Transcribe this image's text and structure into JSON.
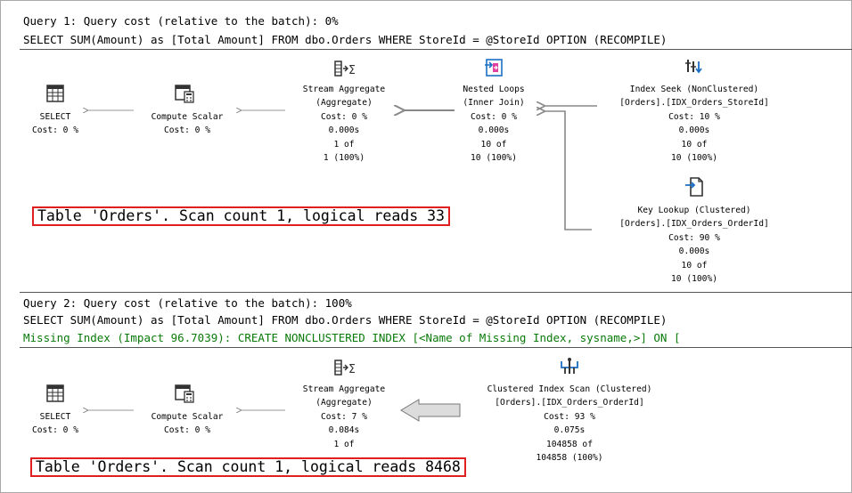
{
  "query1": {
    "header": "Query 1: Query cost (relative to the batch): 0%",
    "sql": "SELECT SUM(Amount) as [Total Amount] FROM dbo.Orders WHERE StoreId = @StoreId OPTION (RECOMPILE)",
    "operators": {
      "select": {
        "icon": "select-table-icon",
        "lines": [
          "SELECT",
          "Cost: 0 %"
        ]
      },
      "compute_scalar": {
        "icon": "compute-scalar-icon",
        "lines": [
          "Compute Scalar",
          "Cost: 0 %"
        ]
      },
      "stream_aggregate": {
        "icon": "stream-aggregate-icon",
        "lines": [
          "Stream Aggregate",
          "(Aggregate)",
          "Cost: 0 %",
          "0.000s",
          "1 of",
          "1 (100%)"
        ]
      },
      "nested_loops": {
        "icon": "nested-loops-icon",
        "lines": [
          "Nested Loops",
          "(Inner Join)",
          "Cost: 0 %",
          "0.000s",
          "10 of",
          "10 (100%)"
        ]
      },
      "index_seek": {
        "icon": "index-seek-icon",
        "lines": [
          "Index Seek (NonClustered)",
          "[Orders].[IDX_Orders_StoreId]",
          "Cost: 10 %",
          "0.000s",
          "10 of",
          "10 (100%)"
        ]
      },
      "key_lookup": {
        "icon": "key-lookup-icon",
        "lines": [
          "Key Lookup (Clustered)",
          "[Orders].[IDX_Orders_OrderId]",
          "Cost: 90 %",
          "0.000s",
          "10 of",
          "10 (100%)"
        ]
      }
    },
    "stats_box": "Table 'Orders'. Scan count 1, logical reads 33"
  },
  "query2": {
    "header": "Query 2: Query cost (relative to the batch): 100%",
    "sql": "SELECT SUM(Amount) as [Total Amount] FROM dbo.Orders WHERE StoreId = @StoreId OPTION (RECOMPILE)",
    "missing_index": "Missing Index (Impact 96.7039): CREATE NONCLUSTERED INDEX [<Name of Missing Index, sysname,>] ON [",
    "operators": {
      "select": {
        "icon": "select-table-icon",
        "lines": [
          "SELECT",
          "Cost: 0 %"
        ]
      },
      "compute_scalar": {
        "icon": "compute-scalar-icon",
        "lines": [
          "Compute Scalar",
          "Cost: 0 %"
        ]
      },
      "stream_aggregate": {
        "icon": "stream-aggregate-icon",
        "lines": [
          "Stream Aggregate",
          "(Aggregate)",
          "Cost: 7 %",
          "0.084s",
          "1 of"
        ]
      },
      "clustered_scan": {
        "icon": "clustered-index-scan-icon",
        "lines": [
          "Clustered Index Scan (Clustered)",
          "[Orders].[IDX_Orders_OrderId]",
          "Cost: 93 %",
          "0.075s",
          "104858 of",
          "104858 (100%)"
        ]
      }
    },
    "stats_box": "Table 'Orders'. Scan count 1, logical reads 8468"
  }
}
